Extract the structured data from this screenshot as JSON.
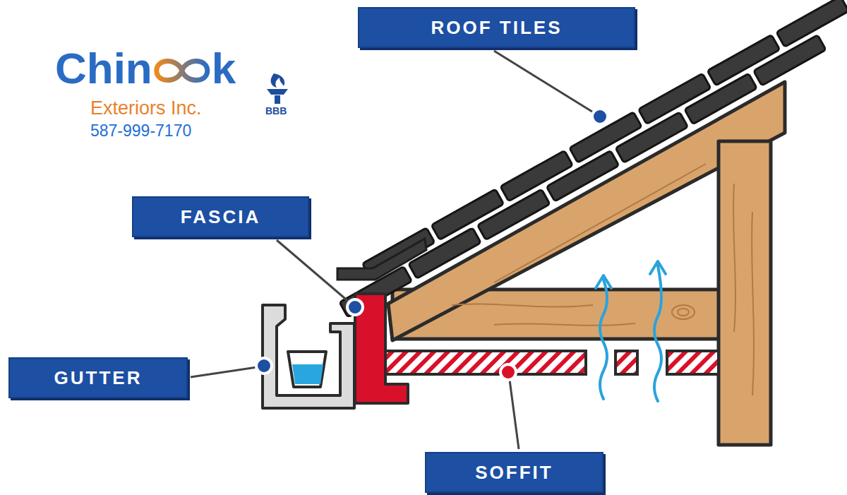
{
  "diagram": {
    "nodes": [
      {
        "text": [
          "ROOF TILES"
        ]
      },
      {
        "text": [
          "FASCIA"
        ]
      },
      {
        "text": [
          "GUTTER"
        ]
      },
      {
        "text": [
          "SOFFIT"
        ]
      }
    ],
    "labels": [
      "Chin",
      "k",
      "Exteriors Inc.",
      "587-999-7170",
      "BBB"
    ]
  }
}
